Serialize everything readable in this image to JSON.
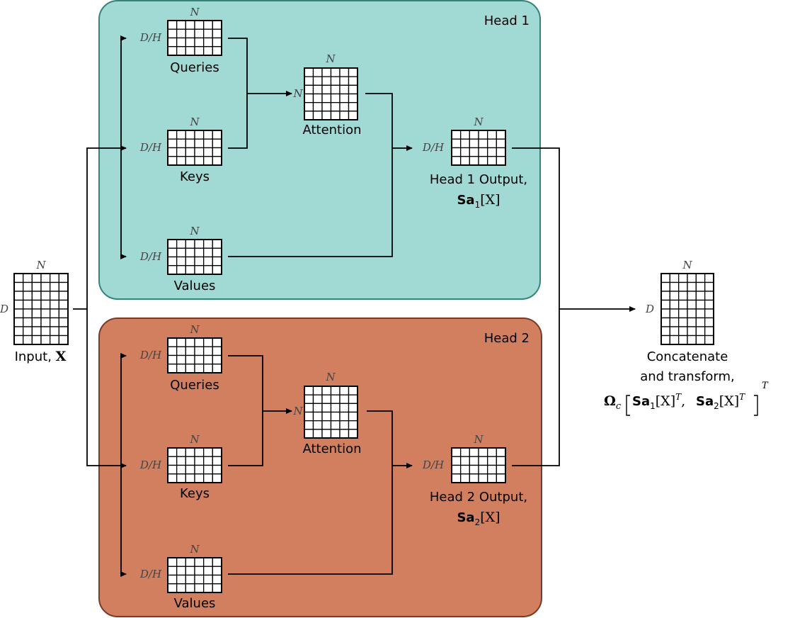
{
  "colors": {
    "head1_fill": "#a1d9d5",
    "head1_stroke": "#35837a",
    "head2_fill": "#d27f60",
    "head2_stroke": "#7a3a24"
  },
  "heads": [
    {
      "title": "Head 1",
      "queries_label": "Queries",
      "keys_label": "Keys",
      "values_label": "Values",
      "attention_label": "Attention",
      "output_label": "Head 1 Output,",
      "output_sub": "1"
    },
    {
      "title": "Head 2",
      "queries_label": "Queries",
      "keys_label": "Keys",
      "values_label": "Values",
      "attention_label": "Attention",
      "output_label": "Head 2 Output,",
      "output_sub": "2"
    }
  ],
  "dims": {
    "N": "N",
    "D": "D",
    "DH": "D/H",
    "Npre": "N"
  },
  "input": {
    "label": "Input, ",
    "symbol": "X"
  },
  "output": {
    "line1": "Concatenate",
    "line2": "and transform,"
  },
  "sa_symbol": "Sa",
  "bracket_x": "[X]",
  "omega": "Ω",
  "omega_sub": "c",
  "transpose": "T"
}
